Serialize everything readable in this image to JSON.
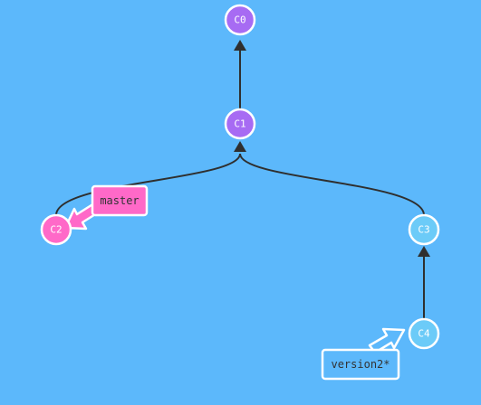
{
  "colors": {
    "background": "#5cb8fb",
    "commit_purple": "#a76bf3",
    "commit_pink": "#ff69c8",
    "commit_blue": "#6ccbf8",
    "edge": "#2f2f2f",
    "white": "#ffffff"
  },
  "commits": [
    {
      "id": "C0",
      "label": "C0"
    },
    {
      "id": "C1",
      "label": "C1"
    },
    {
      "id": "C2",
      "label": "C2"
    },
    {
      "id": "C3",
      "label": "C3"
    },
    {
      "id": "C4",
      "label": "C4"
    }
  ],
  "edges": [
    {
      "from": "C1",
      "to": "C0"
    },
    {
      "from": "C2",
      "to": "C1"
    },
    {
      "from": "C3",
      "to": "C1"
    },
    {
      "from": "C4",
      "to": "C3"
    }
  ],
  "branches": [
    {
      "name": "master",
      "label": "master",
      "target": "C2"
    },
    {
      "name": "version2",
      "label": "version2*",
      "target": "C4"
    }
  ]
}
